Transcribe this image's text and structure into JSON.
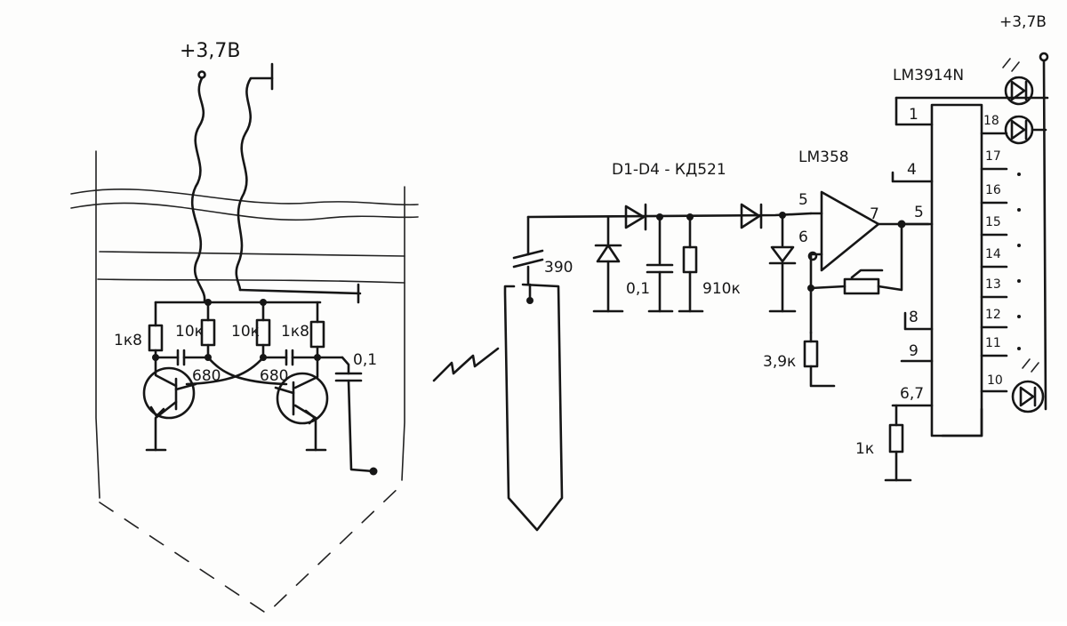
{
  "supply_left": "+3,7В",
  "supply_right": "+3,7В",
  "diode_note": "D1-D4 - КД521",
  "opamp": "LM358",
  "driver": "LM3914N",
  "multivibrator": {
    "r_left": "1к8",
    "r_mid_left": "10к",
    "r_mid_right": "10к",
    "r_right": "1к8",
    "c_left": "680",
    "c_right": "680",
    "c_out": "0,1"
  },
  "detector": {
    "c_in": "390",
    "c_filter": "0,1",
    "r_filter": "910к",
    "r_feedback": "3,9к"
  },
  "opamp_pins": {
    "p5": "5",
    "p6": "6",
    "p7": "7"
  },
  "driver_pins_left": [
    "1",
    "4",
    "5",
    "8",
    "9",
    "6,7"
  ],
  "driver_pins_right": [
    "18",
    "17",
    "16",
    "15",
    "14",
    "13",
    "12",
    "11",
    "10"
  ],
  "r_bottom": "1к"
}
